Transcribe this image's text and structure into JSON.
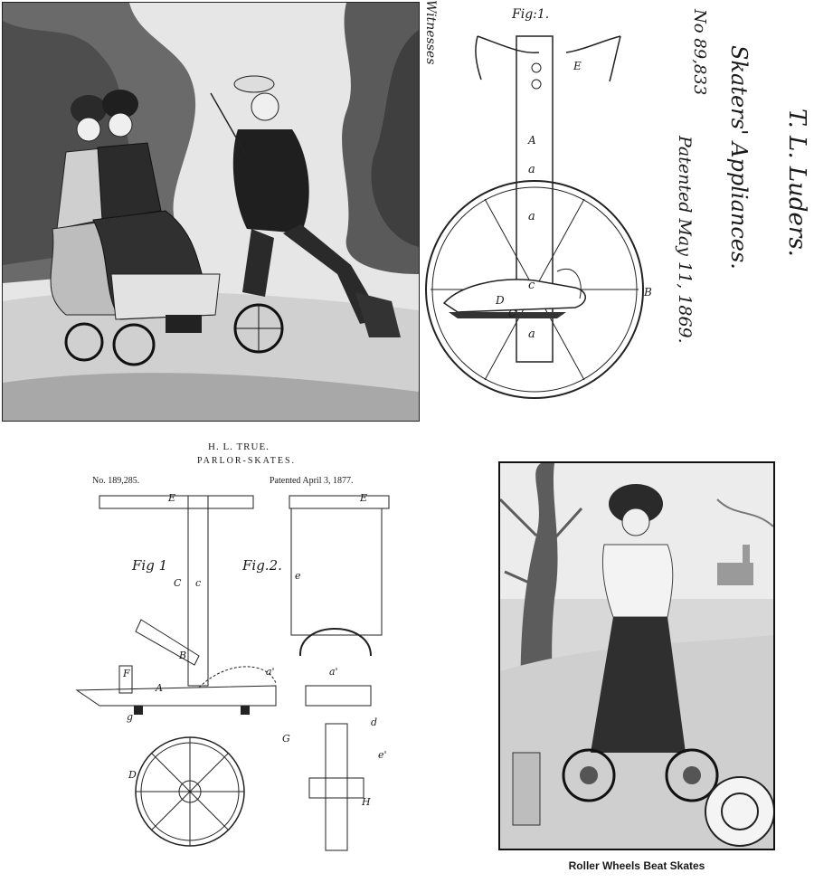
{
  "luders": {
    "fig_label": "Fig:1.",
    "inventor": "T. L. Luders.",
    "title": "Skaters' Appliances.",
    "number": "No 89,833",
    "patented": "Patented May 11, 1869.",
    "witness_word": "Witnesses",
    "part_letters": [
      "A",
      "B",
      "C",
      "D",
      "E",
      "a",
      "a",
      "a",
      "c"
    ]
  },
  "true_patent": {
    "inventor": "H. L. TRUE.",
    "title": "PARLOR-SKATES.",
    "number": "No. 189,285.",
    "patented": "Patented April 3, 1877.",
    "fig1_label": "Fig 1",
    "fig2_label": "Fig.2.",
    "part_letters": [
      "E",
      "E",
      "C",
      "c",
      "F",
      "A",
      "a'",
      "a'",
      "B",
      "D",
      "G",
      "H",
      "d",
      "e",
      "e'",
      "g"
    ]
  },
  "photo": {
    "caption": "Roller Wheels Beat Skates"
  },
  "colors": {
    "ink": "#1a1a1a",
    "engraving_bg": "#e9e9e9",
    "photo_bg": "#dcdcdc"
  }
}
